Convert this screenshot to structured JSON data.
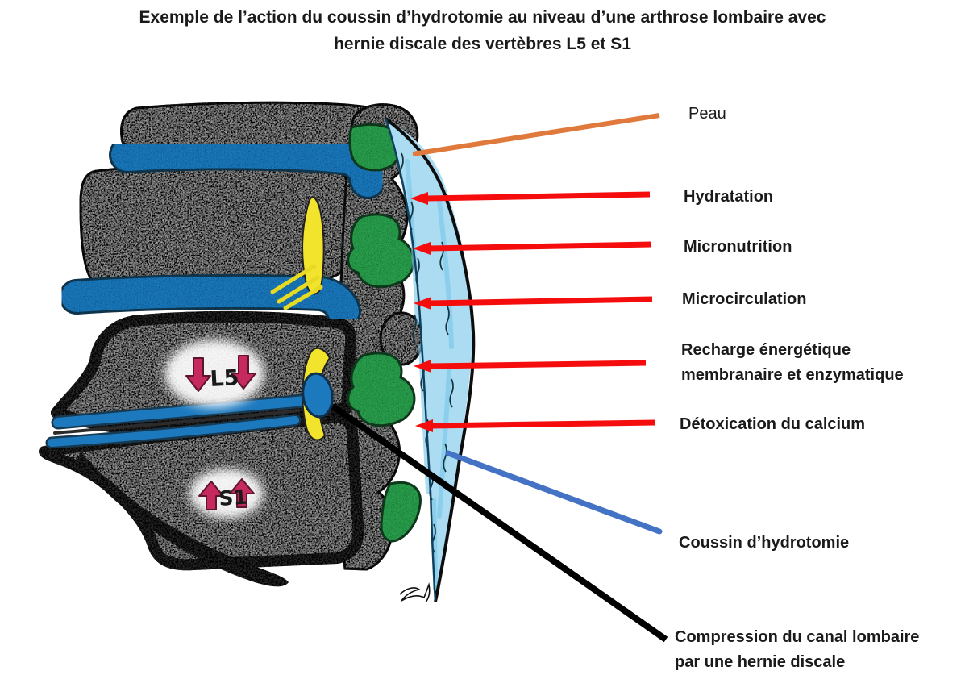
{
  "title": {
    "line1": "Exemple de l’action du coussin d’hydrotomie au niveau d’une arthrose lombaire avec",
    "line2": "hernie discale des vertèbres L5 et S1"
  },
  "figure": {
    "l5_label": "L5",
    "l5_arrows": "down",
    "s1_label": "S1",
    "s1_arrows": "up"
  },
  "labels": [
    {
      "text": "Peau",
      "connector_style": "line",
      "connector_color": "#e0793c"
    },
    {
      "text": "Hydratation",
      "connector_style": "arrow",
      "connector_color": "#f50d0d"
    },
    {
      "text": "Micronutrition",
      "connector_style": "arrow",
      "connector_color": "#f50d0d"
    },
    {
      "text": "Microcirculation",
      "connector_style": "arrow",
      "connector_color": "#f50d0d"
    },
    {
      "text": "Recharge énergétique\nmembranaire et enzymatique",
      "connector_style": "arrow",
      "connector_color": "#f50d0d"
    },
    {
      "text": "Détoxication du calcium",
      "connector_style": "arrow",
      "connector_color": "#f50d0d"
    },
    {
      "text": "Coussin d’hydrotomie",
      "connector_style": "line",
      "connector_color": "#4472c4"
    },
    {
      "text": "Compression du canal lombaire\npar une hernie discale",
      "connector_style": "line",
      "connector_color": "#000000"
    }
  ],
  "palette": {
    "bone_gray": "#c9c9c9",
    "bone_outline": "#2b2b2b",
    "vertebra_dark_border": "#3d3d3d",
    "disc_blue": "#1d79be",
    "green_tissue": "#2aa04d",
    "yellow_nerve": "#f2e42c",
    "cushion_blue": "#abdcf2",
    "cushion_streak": "#7cc9ea",
    "skin_line": "#0d0d0d",
    "crimson_arrow": "#c5295d"
  }
}
